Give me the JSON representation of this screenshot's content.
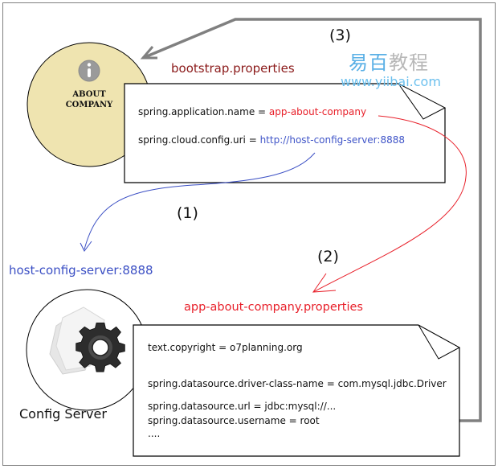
{
  "diagram": {
    "client": {
      "label_line1": "ABOUT",
      "label_line2": "COMPANY",
      "icon": "info-icon",
      "fill_color": "#efe4b0"
    },
    "bootstrap_file": {
      "title": "bootstrap.properties",
      "lines": [
        {
          "key": "spring.application.name = ",
          "value": "app-about-company",
          "value_color": "#e8202a"
        },
        {
          "key": "spring.cloud.config.uri = ",
          "value": "http://host-config-server:8888",
          "value_color": "#4055c8"
        }
      ]
    },
    "steps": {
      "step1": "(1)",
      "step2": "(2)",
      "step3": "(3)"
    },
    "host_label": "host-config-server:8888",
    "server": {
      "label": "Config Server",
      "icon": "gear-icon"
    },
    "app_file": {
      "title": "app-about-company.properties",
      "lines": [
        "text.copyright = o7planning.org",
        "spring.datasource.driver-class-name = com.mysql.jdbc.Driver",
        "spring.datasource.url = jdbc:mysql://...",
        "spring.datasource.username = root",
        "...."
      ]
    },
    "watermark": {
      "cn_part1": "易百",
      "cn_part2": "教程",
      "url": "www.yiibai.com"
    },
    "colors": {
      "red_arrow": "#e8202a",
      "blue_arrow": "#3b4fc4",
      "gray_arrow": "#808080"
    }
  }
}
